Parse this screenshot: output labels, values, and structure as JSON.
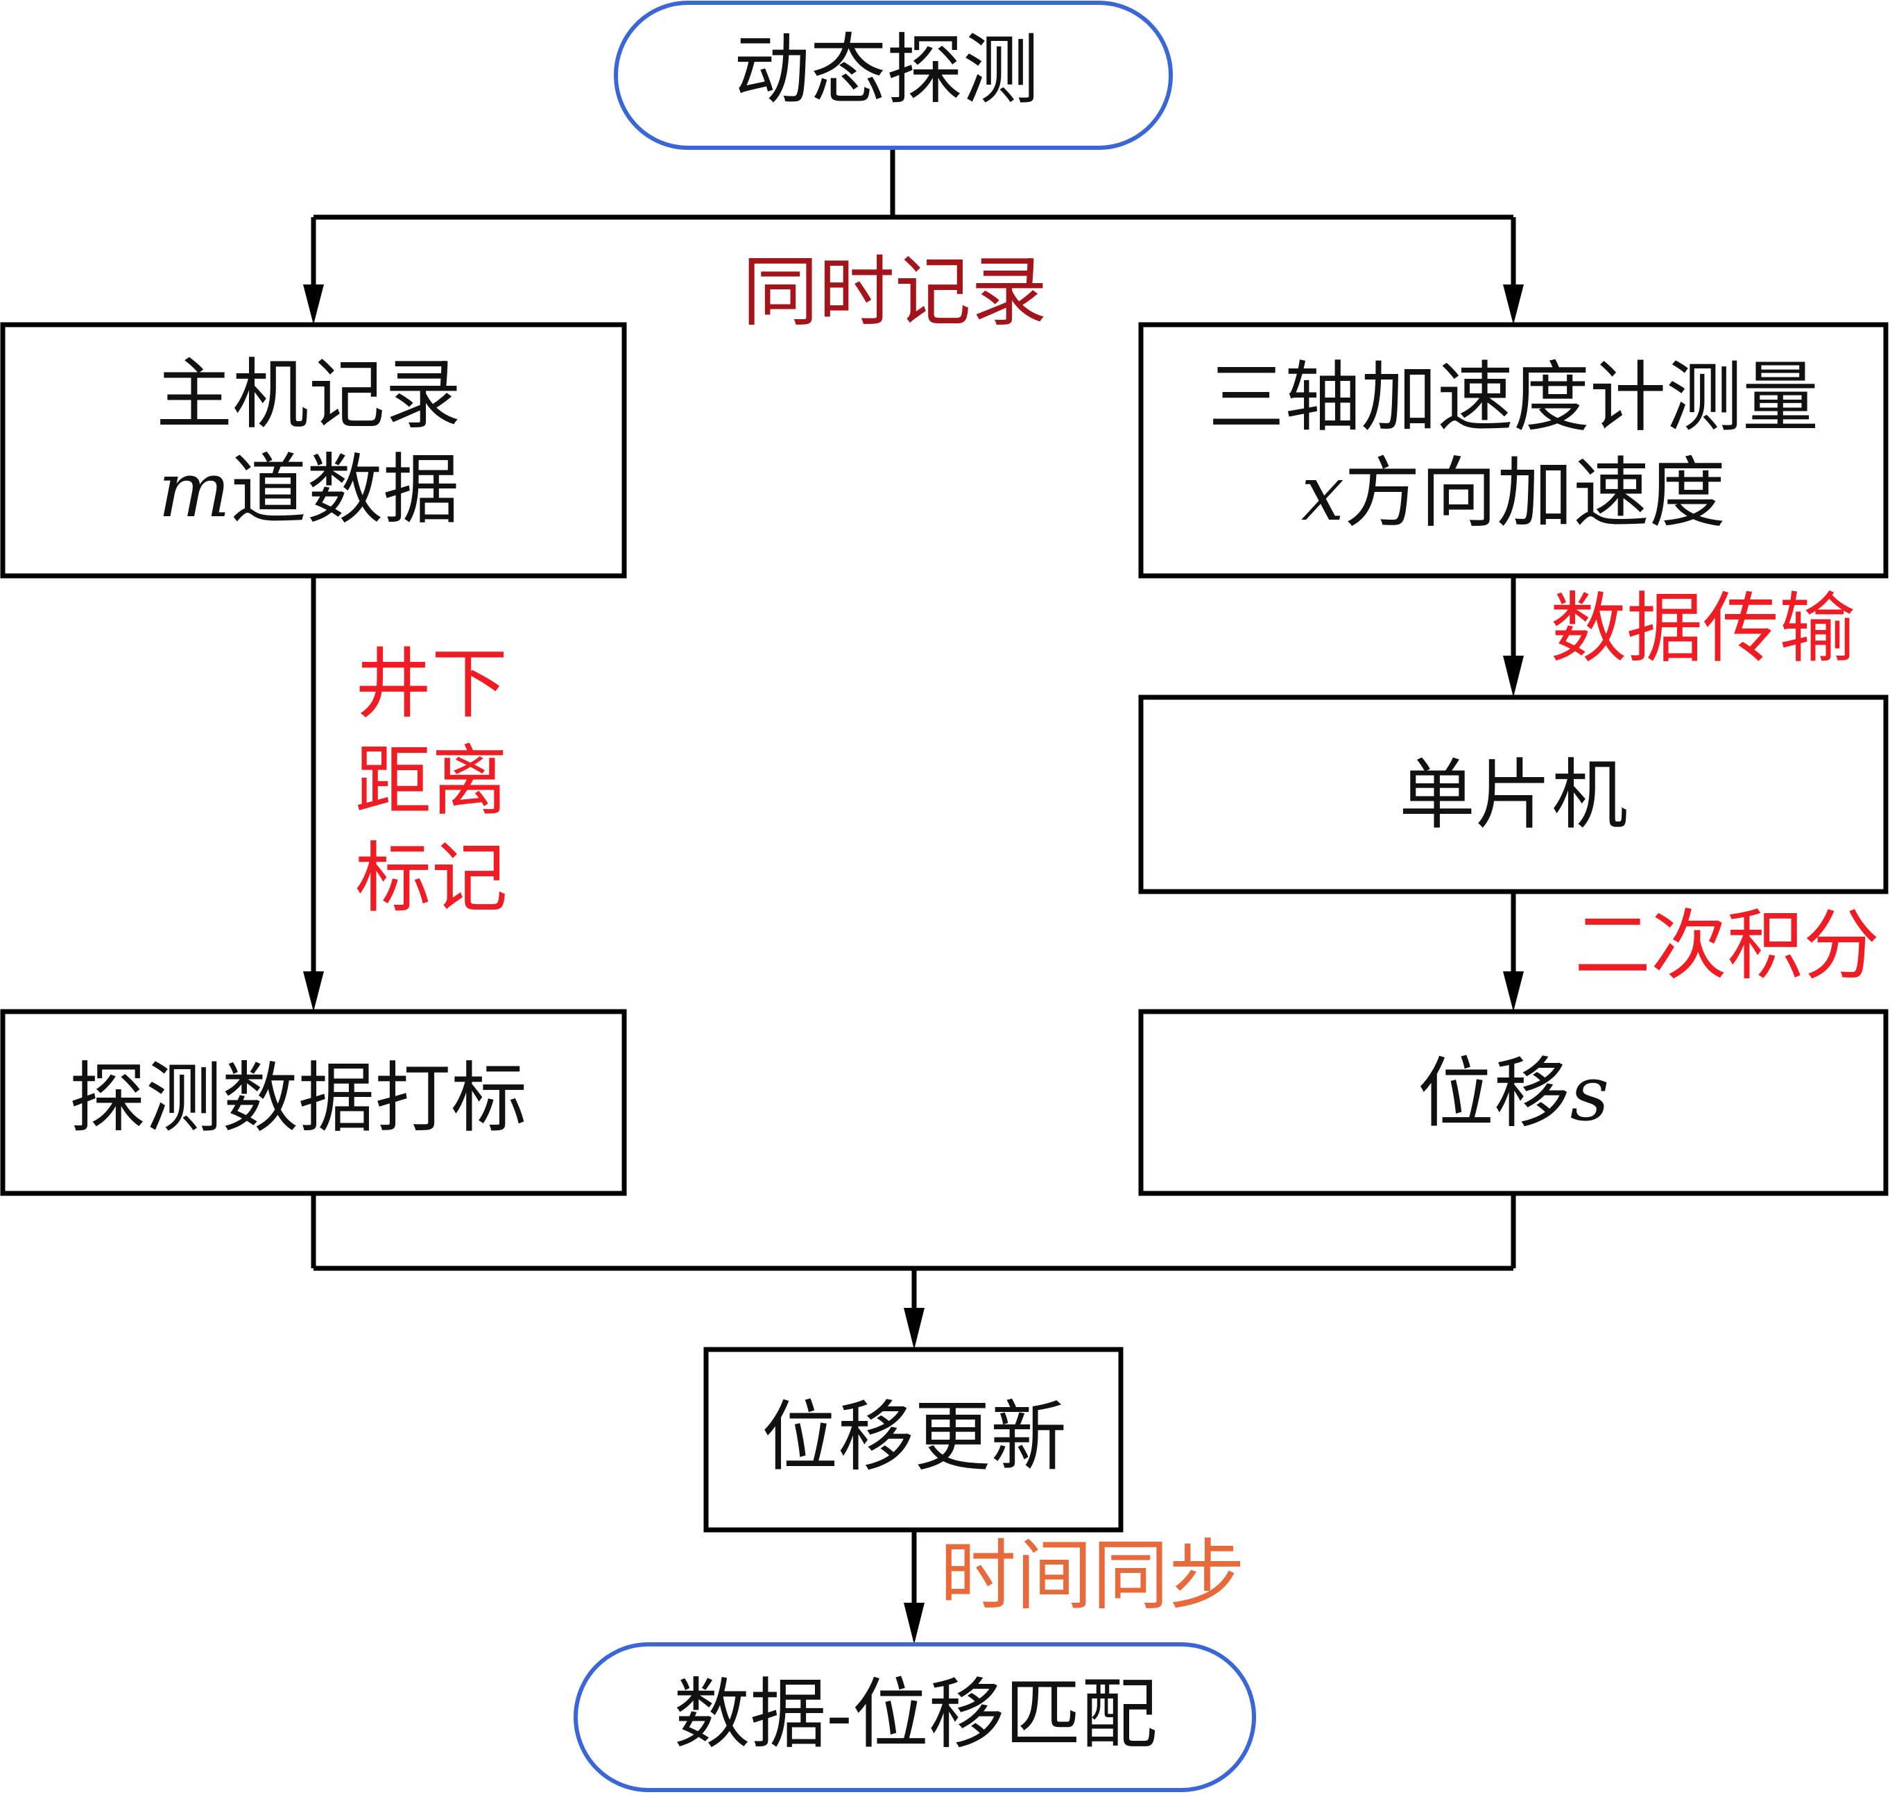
{
  "colors": {
    "terminal_border": "#3a66d8",
    "box_border": "#000000",
    "label_dark_red": "#a3141b",
    "label_red": "#ef1c24",
    "label_orange": "#e8693a"
  },
  "nodes": {
    "start": "动态探测",
    "host_record": {
      "line1": "主机记录",
      "var": "m",
      "line2": "道数据"
    },
    "accelerometer": {
      "line1": "三轴加速度计测量",
      "var": "x",
      "line2": "方向加速度"
    },
    "mcu": "单片机",
    "probe_mark": "探测数据打标",
    "displacement": {
      "text": "位移",
      "var": "s"
    },
    "update": "位移更新",
    "end": "数据-位移匹配"
  },
  "labels": {
    "sync_record": "同时记录",
    "downhole_line1": "井下",
    "downhole_line2": "距离",
    "downhole_line3": "标记",
    "data_transfer": "数据传输",
    "double_integral": "二次积分",
    "time_sync": "时间同步"
  }
}
